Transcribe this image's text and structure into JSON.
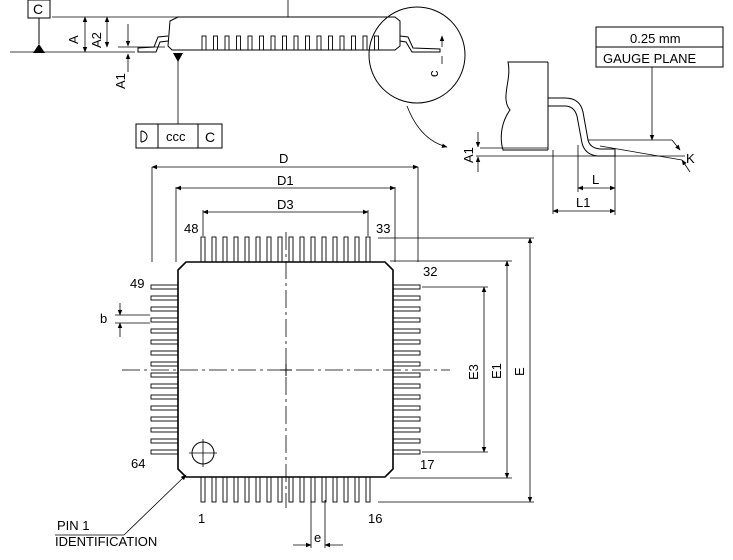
{
  "datum_reference": "C",
  "side_view": {
    "labels": {
      "A": "A",
      "A2": "A2",
      "A1": "A1",
      "c": "c"
    },
    "tolerance_frame": {
      "symbol": "D",
      "value": "ccc",
      "datum": "C"
    }
  },
  "gauge_detail": {
    "gauge_value": "0.25 mm",
    "gauge_label": "GAUGE PLANE",
    "labels": {
      "A1": "A1",
      "L": "L",
      "L1": "L1",
      "K": "K"
    }
  },
  "top_view": {
    "dimensions": {
      "D": "D",
      "D1": "D1",
      "D3": "D3",
      "E": "E",
      "E1": "E1",
      "E3": "E3",
      "b": "b",
      "e": "e"
    },
    "pin_numbers": {
      "p1": "1",
      "p16": "16",
      "p17": "17",
      "p32": "32",
      "p33": "33",
      "p48": "48",
      "p49": "49",
      "p64": "64"
    },
    "pin1_label_line1": "PIN 1",
    "pin1_label_line2": "IDENTIFICATION"
  },
  "colors": {
    "ink": "#000000",
    "paper": "#ffffff"
  }
}
